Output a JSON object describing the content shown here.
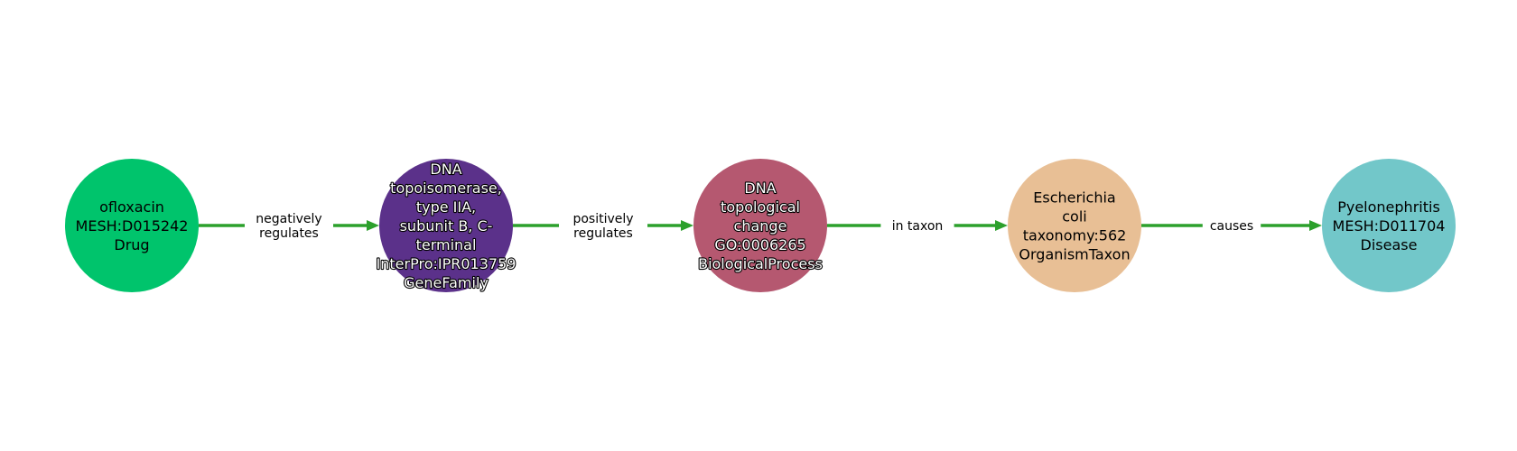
{
  "diagram": {
    "edge_color": "#2ca02c",
    "nodes": [
      {
        "id": "n1",
        "lines": [
          "ofloxacin",
          "MESH:D015242",
          "Drug"
        ],
        "color": "#00c46c",
        "text_color": "#000000",
        "halo": false
      },
      {
        "id": "n2",
        "lines": [
          "DNA",
          "topoisomerase,",
          "type IIA,",
          "subunit B, C-",
          "terminal",
          "InterPro:IPR013759",
          "GeneFamily"
        ],
        "color": "#5b318a",
        "text_color": "#ffffff",
        "halo": true
      },
      {
        "id": "n3",
        "lines": [
          "DNA",
          "topological",
          "change",
          "GO:0006265",
          "BiologicalProcess"
        ],
        "color": "#b55870",
        "text_color": "#ffffff",
        "halo": true
      },
      {
        "id": "n4",
        "lines": [
          "Escherichia",
          "coli",
          "taxonomy:562",
          "OrganismTaxon"
        ],
        "color": "#e8bf95",
        "text_color": "#000000",
        "halo": false
      },
      {
        "id": "n5",
        "lines": [
          "Pyelonephritis",
          "MESH:D011704",
          "Disease"
        ],
        "color": "#72c7c9",
        "text_color": "#000000",
        "halo": false
      }
    ],
    "edges": [
      {
        "from": "n1",
        "to": "n2",
        "lines": [
          "negatively",
          "regulates"
        ]
      },
      {
        "from": "n2",
        "to": "n3",
        "lines": [
          "positively",
          "regulates"
        ]
      },
      {
        "from": "n3",
        "to": "n4",
        "lines": [
          "in taxon"
        ]
      },
      {
        "from": "n4",
        "to": "n5",
        "lines": [
          "causes"
        ]
      }
    ]
  }
}
